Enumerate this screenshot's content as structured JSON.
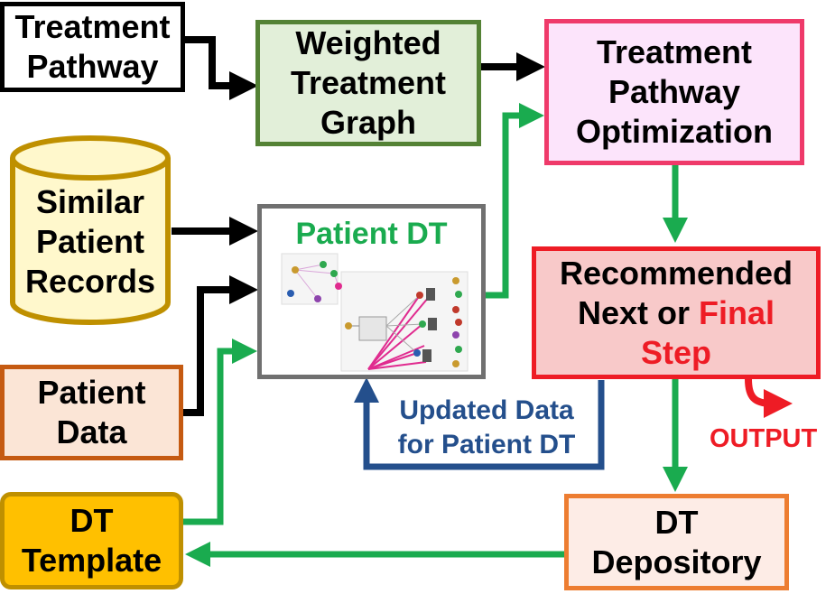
{
  "nodes": {
    "treatment_pathway": "Treatment\nPathway",
    "weighted_graph": "Weighted\nTreatment\nGraph",
    "optimization": "Treatment\nPathway\nOptimization",
    "similar_records": "Similar\nPatient\nRecords",
    "patient_dt": "Patient DT",
    "recommended_prefix": "Recommended\nNext or ",
    "recommended_final": "Final\nStep",
    "patient_data": "Patient\nData",
    "dt_template": "DT\nTemplate",
    "dt_depository": "DT\nDepository"
  },
  "labels": {
    "output": "OUTPUT",
    "updated_data": "Updated Data\nfor Patient DT"
  },
  "colors": {
    "green": "#1aab4f",
    "blue": "#244f8c",
    "red": "#ee1c25",
    "black": "#000000"
  }
}
